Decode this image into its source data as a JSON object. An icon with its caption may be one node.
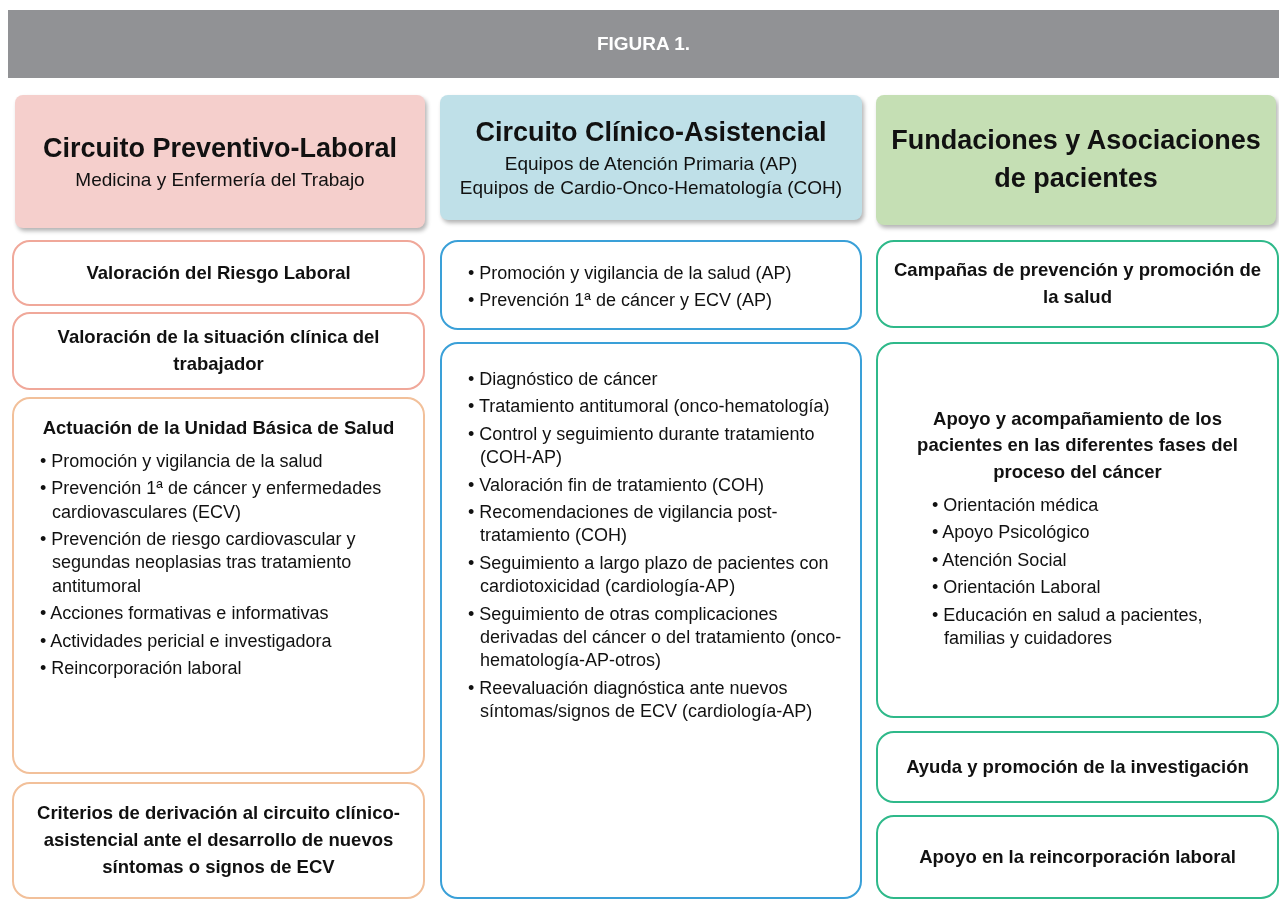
{
  "diagram": {
    "title": "FIGURA 1.",
    "nodes": [
      {
        "text": [
          "Circuito Preventivo-Laboral",
          "Medicina y Enfermería del Trabajo"
        ]
      },
      {
        "text": [
          "Valoración del Riesgo Laboral"
        ]
      },
      {
        "text": [
          "Valoración de la situación clínica del trabajador"
        ]
      },
      {
        "text": [
          "Actuación de la Unidad Básica de Salud",
          "• Promoción y vigilancia de la salud",
          "• Prevención 1ª de cáncer y enfermedades cardiovasculares (ECV)",
          "• Prevención de riesgo cardiovascular y segundas neoplasias tras tratamiento antitumoral",
          "• Acciones formativas e informativas",
          "• Actividades pericial e investigadora",
          "• Reincorporación laboral"
        ]
      },
      {
        "text": [
          "Criterios de derivación al circuito clínico-asistencial ante el desarrollo de nuevos síntomas o signos de ECV"
        ]
      },
      {
        "text": [
          "Circuito Clínico-Asistencial",
          "Equipos de Atención Primaria (AP)",
          "Equipos de Cardio-Onco-Hematología (COH)"
        ]
      },
      {
        "text": [
          "• Promoción y vigilancia de la salud (AP)",
          "• Prevención 1ª de cáncer y ECV (AP)"
        ]
      },
      {
        "text": [
          "• Diagnóstico de cáncer",
          "• Tratamiento antitumoral (onco-hematología)",
          "• Control y seguimiento durante tratamiento (COH-AP)",
          "• Valoración fin de tratamiento (COH)",
          "• Recomendaciones de vigilancia post-tratamiento (COH)",
          "• Seguimiento a largo plazo de pacientes con cardiotoxicidad (cardiología-AP)",
          "• Seguimiento de otras complicaciones derivadas del cáncer o del tratamiento (onco-hematología-AP-otros)",
          "• Reevaluación diagnóstica ante nuevos síntomas/signos de ECV (cardiología-AP)"
        ]
      },
      {
        "text": [
          "Fundaciones y Asociaciones de pacientes"
        ]
      },
      {
        "text": [
          "Campañas de prevención y promoción de la salud"
        ]
      },
      {
        "text": [
          "Apoyo y acompañamiento de los pacientes en las diferentes fases del proceso del cáncer",
          "• Orientación médica",
          "• Apoyo Psicológico",
          "• Atención Social",
          "• Orientación Laboral",
          "• Educación en salud a pacientes, familias y cuidadores"
        ]
      },
      {
        "text": [
          "Ayuda y promoción de la investigación"
        ]
      },
      {
        "text": [
          "Apoyo en la reincorporación laboral"
        ]
      }
    ]
  }
}
